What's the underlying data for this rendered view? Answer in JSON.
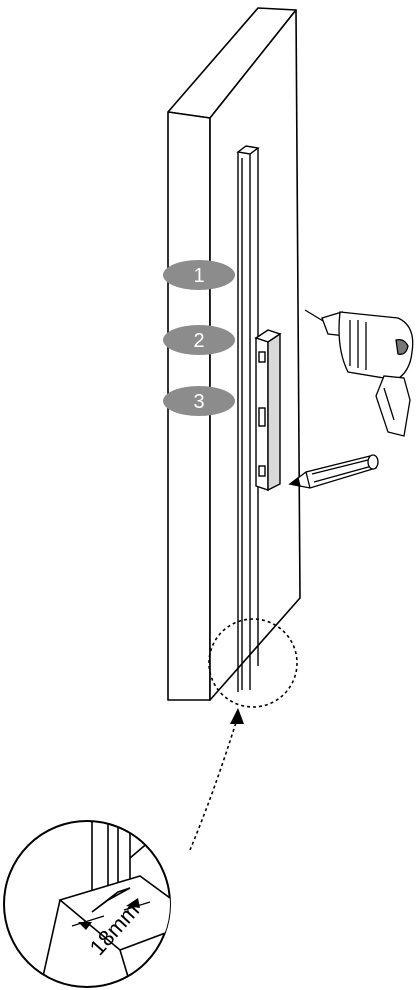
{
  "steps": [
    {
      "label": "1"
    },
    {
      "label": "2"
    },
    {
      "label": "3"
    }
  ],
  "detail": {
    "dimension_label": "18mm"
  },
  "colors": {
    "badge": "#8c8c8c",
    "line": "#000000",
    "panel": "#ffffff",
    "badge_text": "#ffffff"
  },
  "icons": [
    "drill-icon",
    "pencil-icon",
    "spirit-level-icon"
  ]
}
